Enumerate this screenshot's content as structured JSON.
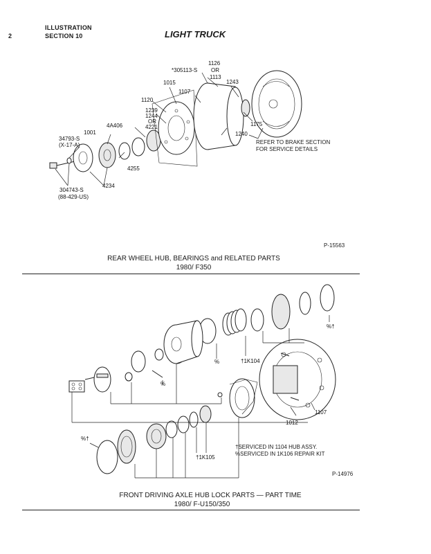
{
  "header": {
    "page_number": "2",
    "line1": "ILLUSTRATION",
    "line2": "SECTION 10",
    "title": "LIGHT TRUCK"
  },
  "figure1": {
    "labels": {
      "p305113": "*305113-S",
      "p1126": "1126",
      "or1": "OR",
      "p1113": "1113",
      "p1015": "1015",
      "p1107": "1107",
      "p1243": "1243",
      "p1120": "1120",
      "p1239": "1239",
      "p1244": "1244",
      "or2": "OR",
      "p4221": "4221",
      "p4A406": "4A406",
      "p1175": "1175",
      "p1001": "1001",
      "p34793": "34793-S",
      "px17a": "(X-17-A)",
      "p1240": "1240",
      "p4255": "4255",
      "p4234": "4234",
      "p304743": "304743-S",
      "p88429": "(88-429-US)"
    },
    "note_line1": "REFER TO BRAKE SECTION",
    "note_line2": "FOR SERVICE DETAILS",
    "code": "P-15563",
    "caption": "REAR WHEEL HUB, BEARINGS and RELATED PARTS",
    "subcaption": "1980/ F350"
  },
  "figure2": {
    "labels": {
      "pct_dagger_top": "%†",
      "pct_mid": "%",
      "dagger_1k104": "†1K104",
      "pct_small": "%",
      "pct_dagger_left": "%†",
      "dagger_1k105": "†1K105",
      "p1012": "1012",
      "p1107": "1107"
    },
    "note_line1": "†SERVICED IN 1104 HUB ASSY.",
    "note_line2": "%SERVICED IN 1K106 REPAIR KIT",
    "code": "P-14976",
    "caption": "FRONT DRIVING AXLE HUB LOCK PARTS — PART TIME",
    "subcaption": "1980/ F-U150/350"
  }
}
